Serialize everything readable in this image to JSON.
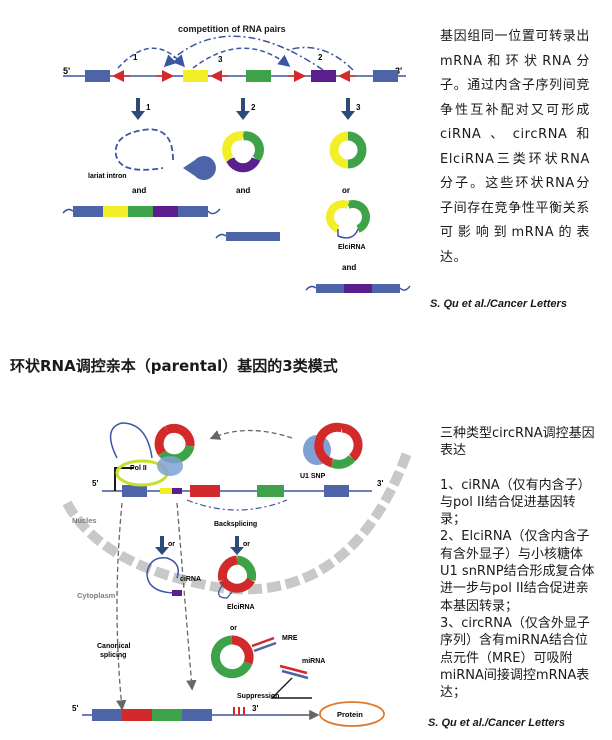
{
  "figure1": {
    "competition_label": "competition of RNA pairs",
    "five_prime": "5'",
    "three_prime": "3'",
    "step1": "1",
    "step2": "2",
    "step3": "3",
    "lariat_label": "lariat intron",
    "and_1": "and",
    "and_2": "and",
    "or_3": "or",
    "elcirna_label": "ElciRNA",
    "and_4": "and"
  },
  "text1": "基因组同一位置可转录出mRNA和环状RNA分子。通过内含子序列间竞争性互补配对又可形成ciRNA、circRNA和ElciRNA三类环状RNA分子。这些环状RNA分子间存在竞争性平衡关系可影响到mRNA的表达。",
  "citation1": "S. Qu et al./Cancer Letters",
  "heading": "环状RNA调控亲本（parental）基因的3类模式",
  "figure2": {
    "pol2": "Pol II",
    "u1snp": "U1 SNP",
    "five_prime": "5'",
    "three_prime": "3'",
    "nucleus": "Nucles",
    "backsplicing": "Backsplicing",
    "or_a": "or",
    "or_b": "or",
    "or_c": "or",
    "cirna": "ciRNA",
    "elcirna": "ElciRNA",
    "cytoplasm": "Cytoplasm",
    "canonical_1": "Canonical",
    "canonical_2": "splicing",
    "mre": "MRE",
    "mirna": "miRNA",
    "suppression": "Suppression",
    "protein": "Protein",
    "five_prime_b": "5'",
    "three_prime_b": "3'"
  },
  "text2": {
    "intro": "三种类型circRNA调控基因表达",
    "item1": "1、ciRNA（仅有内含子）与pol II结合促进基因转录；",
    "item2": "2、ElciRNA（仅含内含子有含外显子）与小核糖体U1 snRNP结合形成复合体进一步与pol II结合促进亲本基因转录；",
    "item3": "3、circRNA（仅含外显子序列）含有miRNA结合位点元件（MRE）可吸附miRNA间接调控mRNA表达；"
  },
  "citation2": "S. Qu et al./Cancer Letters",
  "colors": {
    "blue": "#4e64a8",
    "yellow": "#f2ee28",
    "green": "#3ea348",
    "purple": "#5a1f8c",
    "red": "#d22a2a",
    "line": "#3c55a0",
    "dark_arrow": "#2d4b7a",
    "protein_outline": "#e07a2a"
  }
}
